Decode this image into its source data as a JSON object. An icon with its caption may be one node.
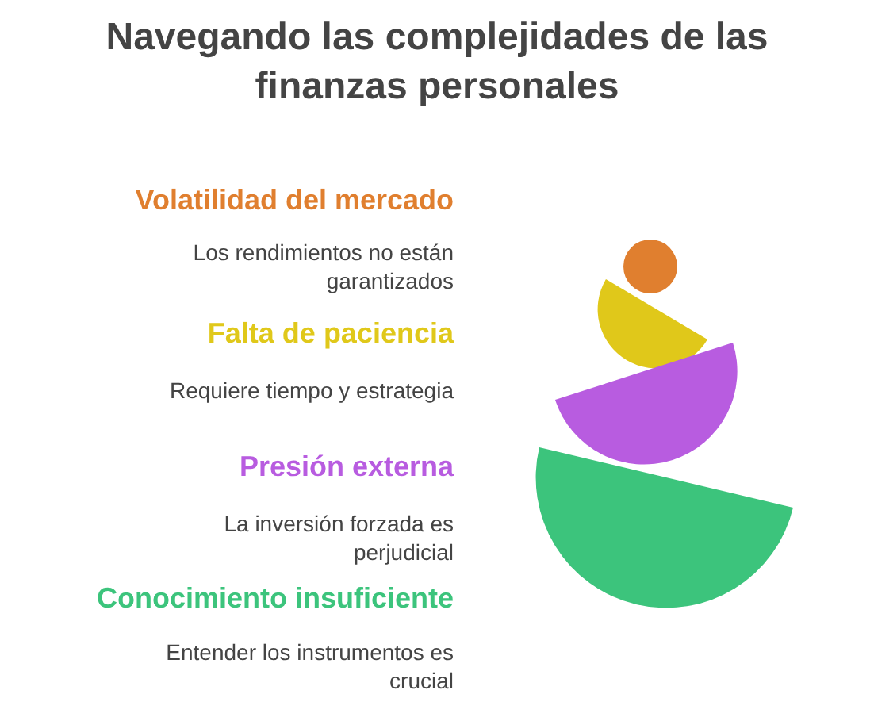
{
  "diagram": {
    "title": "Navegando las complejidades de las finanzas personales",
    "nodes": [
      {
        "text": [],
        "shape": "circle"
      },
      {
        "text": [],
        "shape": "semicircle"
      },
      {
        "text": [],
        "shape": "semicircle"
      },
      {
        "text": [],
        "shape": "semicircle"
      }
    ],
    "labels": [
      "Volatilidad del mercado",
      "Los rendimientos no están garantizados",
      "Falta de paciencia",
      "Requiere tiempo y estrategia",
      "Presión externa",
      "La inversión forzada es perjudicial",
      "Conocimiento insuficiente",
      "Entender los instrumentos es crucial"
    ]
  }
}
